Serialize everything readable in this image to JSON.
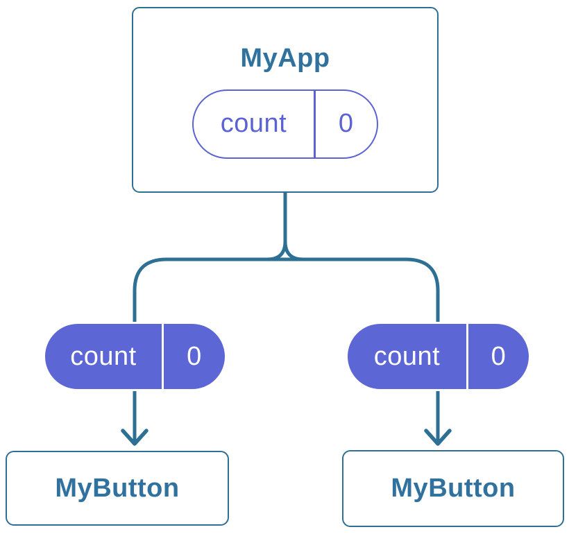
{
  "colors": {
    "line-blue": "#2E7094",
    "text-blue": "#30719E",
    "purple": "#5A62D4",
    "purple-fill": "#5C66D4",
    "card-bg": "#FFFFFF"
  },
  "nodes": {
    "root": {
      "title": "MyApp",
      "prop_name": "count",
      "prop_value": "0"
    },
    "child_left": {
      "title": "MyButton",
      "prop_name": "count",
      "prop_value": "0"
    },
    "child_right": {
      "title": "MyButton",
      "prop_name": "count",
      "prop_value": "0"
    }
  }
}
